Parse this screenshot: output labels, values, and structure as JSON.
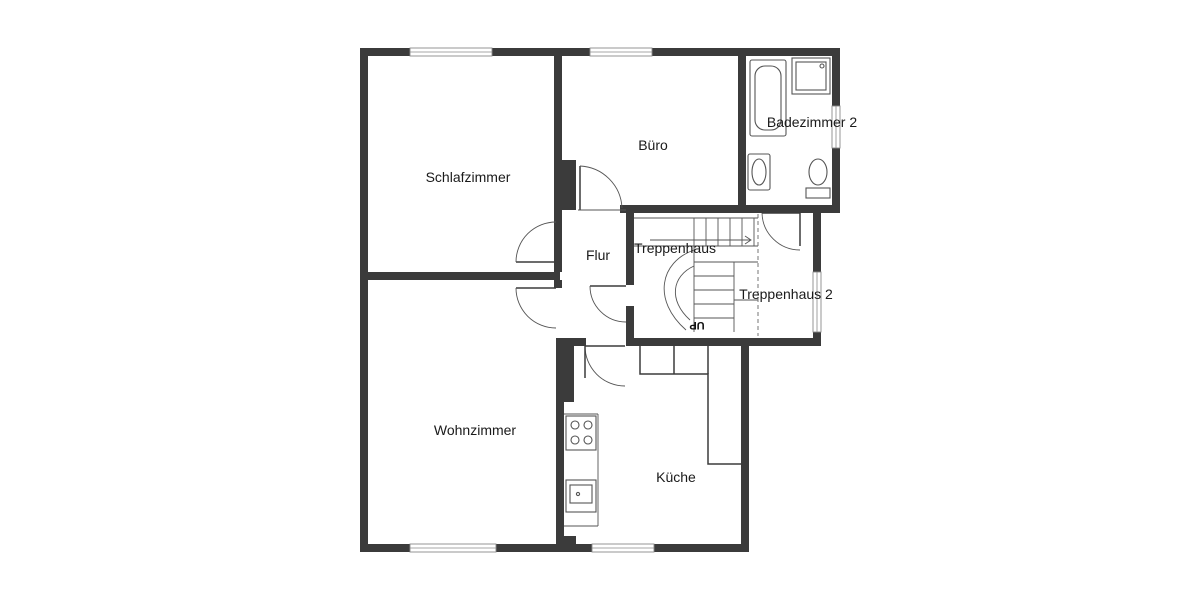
{
  "floorplan": {
    "colors": {
      "wall": "#3b3b3b",
      "background": "#ffffff",
      "label": "#1a1a1a"
    },
    "rooms": {
      "schlafzimmer": "Schlafzimmer",
      "buero": "Büro",
      "badezimmer2": "Badezimmer 2",
      "flur": "Flur",
      "treppenhaus": "Treppenhaus",
      "treppenhaus2": "Treppenhaus 2",
      "wohnzimmer": "Wohnzimmer",
      "kueche": "Küche"
    },
    "stair_marker": "UP",
    "icons": [
      "bathtub-icon",
      "shower-icon",
      "sink-icon",
      "toilet-icon",
      "stove-icon",
      "kitchen-sink-icon",
      "door-swing-icon",
      "window-icon",
      "stairs-icon"
    ]
  }
}
